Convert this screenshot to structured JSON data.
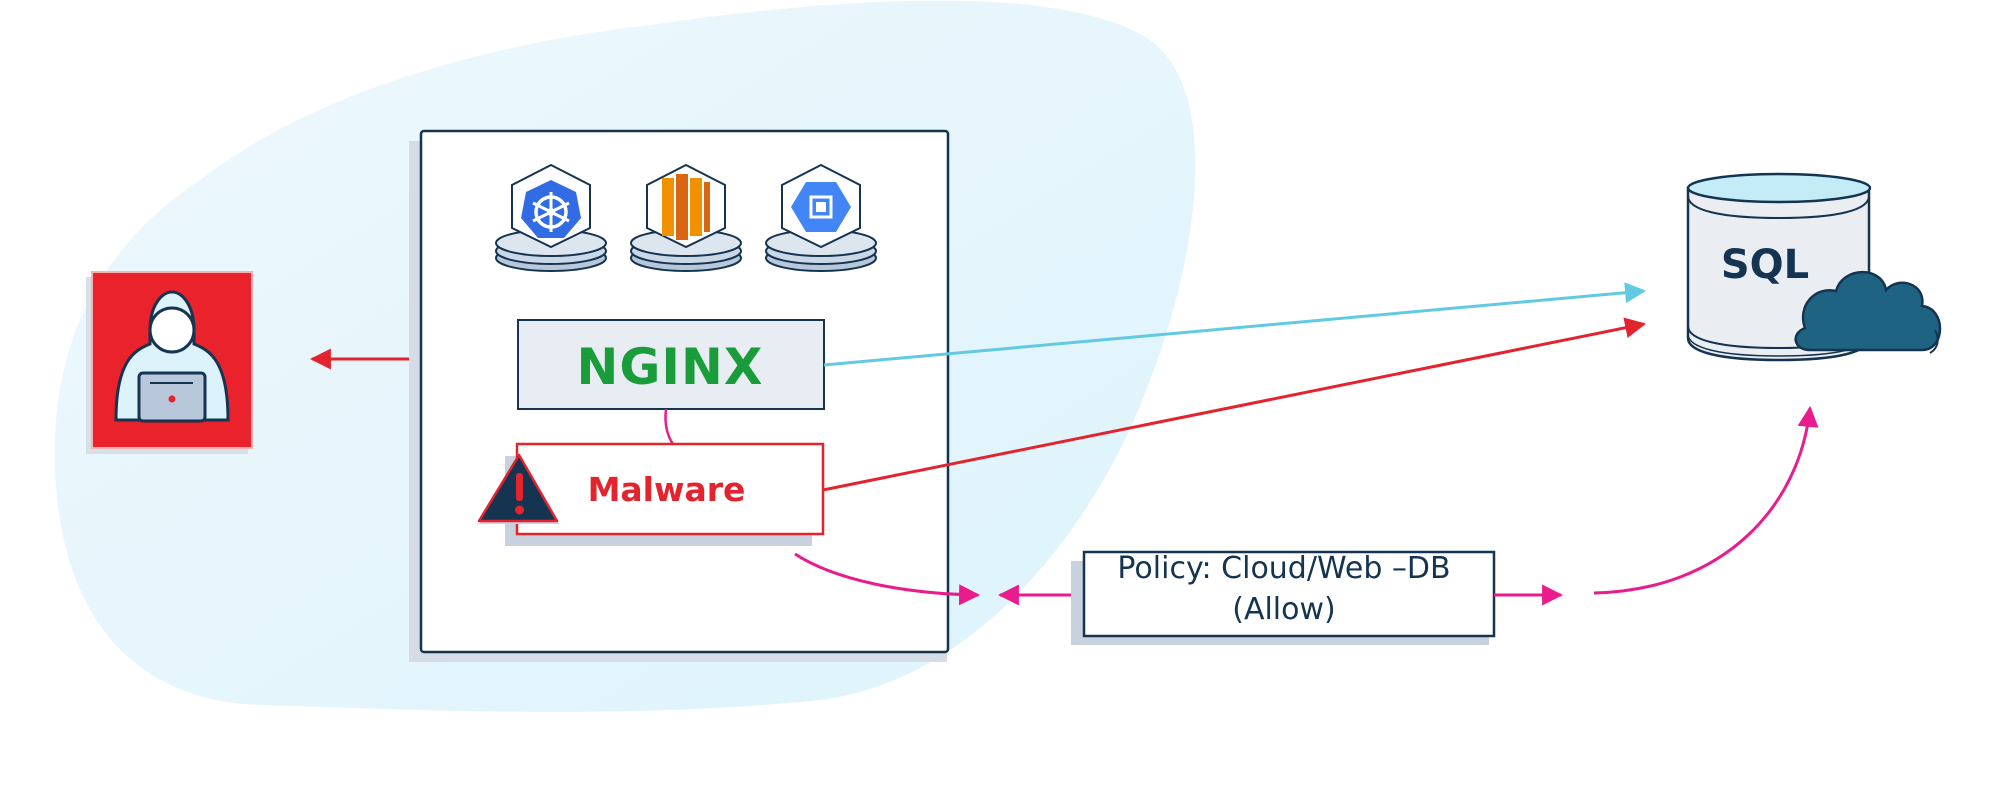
{
  "nginx": {
    "label": "NGINX"
  },
  "malware": {
    "label": "Malware"
  },
  "policy": {
    "line1": "Policy: Cloud/Web –DB",
    "line2": "(Allow)"
  },
  "database": {
    "label": "SQL"
  },
  "colors": {
    "attacker_red": "#ea222b",
    "nginx_green": "#199c39",
    "malware_red": "#e3232d",
    "allowed_flow": "#61c9e1",
    "malicious_flow": "#e3232d",
    "policy_flow": "#ea1b8d",
    "navy": "#153451",
    "cloud_teal": "#1f6382"
  },
  "icons": [
    "hacker-icon",
    "kubernetes-icon",
    "aws-ec2-icon",
    "gcp-compute-icon",
    "warning-icon",
    "cloud-icon",
    "database-icon"
  ]
}
